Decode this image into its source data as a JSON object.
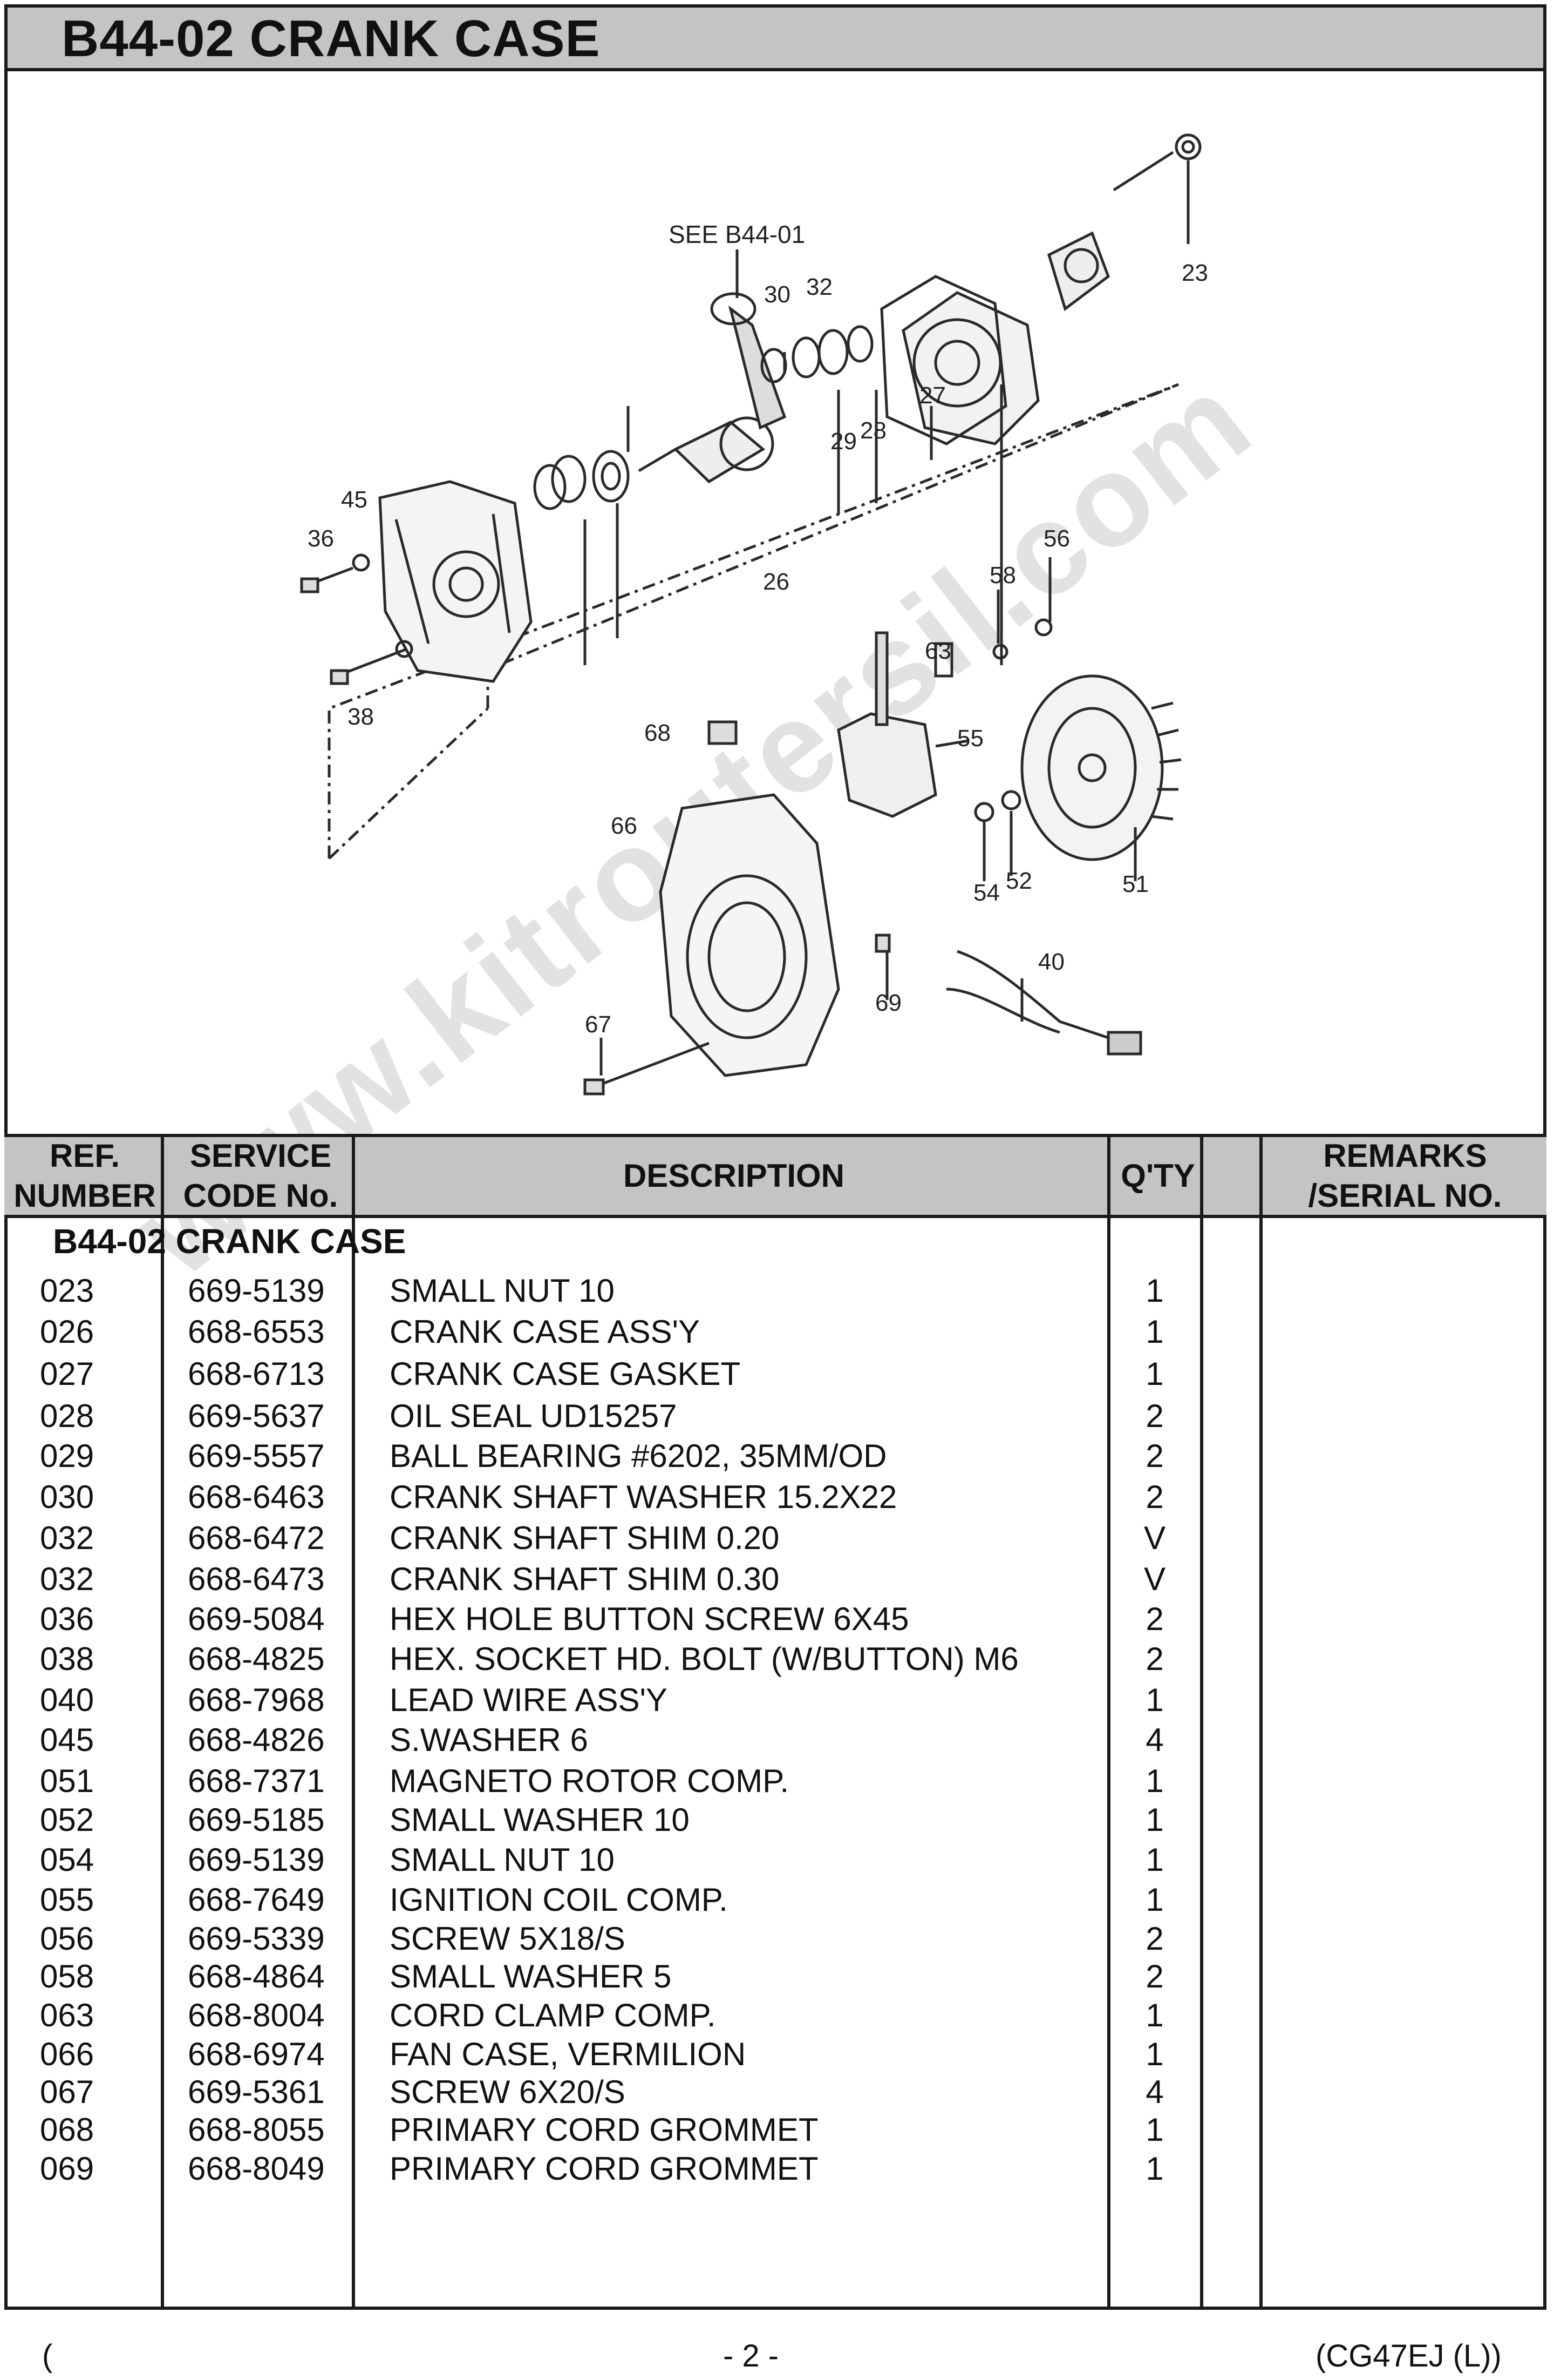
{
  "title": "B44-02 CRANK CASE",
  "diagram": {
    "see_label": "SEE B44-01",
    "callouts": [
      "23",
      "27",
      "26",
      "28",
      "29",
      "30",
      "32",
      "45",
      "36",
      "38",
      "55",
      "56",
      "58",
      "63",
      "66",
      "68",
      "67",
      "69",
      "40",
      "51",
      "52",
      "54"
    ]
  },
  "table": {
    "headers": {
      "ref": [
        "REF.",
        "NUMBER"
      ],
      "code": [
        "SERVICE",
        "CODE No."
      ],
      "desc": "DESCRIPTION",
      "qty": "Q'TY",
      "remarks": [
        "REMARKS",
        "/SERIAL NO."
      ]
    },
    "section": "B44-02 CRANK CASE",
    "rows": [
      {
        "ref": "023",
        "code": "669-5139",
        "desc": "SMALL NUT 10",
        "qty": "1"
      },
      {
        "ref": "026",
        "code": "668-6553",
        "desc": "CRANK CASE ASS'Y",
        "qty": "1"
      },
      {
        "ref": "027",
        "code": "668-6713",
        "desc": "CRANK CASE GASKET",
        "qty": "1"
      },
      {
        "ref": "028",
        "code": "669-5637",
        "desc": "OIL SEAL UD15257",
        "qty": "2"
      },
      {
        "ref": "029",
        "code": "669-5557",
        "desc": "BALL BEARING #6202, 35MM/OD",
        "qty": "2"
      },
      {
        "ref": "030",
        "code": "668-6463",
        "desc": "CRANK SHAFT WASHER 15.2X22",
        "qty": "2"
      },
      {
        "ref": "032",
        "code": "668-6472",
        "desc": "CRANK SHAFT SHIM 0.20",
        "qty": "V"
      },
      {
        "ref": "032",
        "code": "668-6473",
        "desc": "CRANK SHAFT SHIM 0.30",
        "qty": "V"
      },
      {
        "ref": "036",
        "code": "669-5084",
        "desc": "HEX HOLE BUTTON SCREW 6X45",
        "qty": "2"
      },
      {
        "ref": "038",
        "code": "668-4825",
        "desc": "HEX. SOCKET HD. BOLT (W/BUTTON) M6",
        "qty": "2"
      },
      {
        "ref": "040",
        "code": "668-7968",
        "desc": "LEAD WIRE ASS'Y",
        "qty": "1"
      },
      {
        "ref": "045",
        "code": "668-4826",
        "desc": "S.WASHER 6",
        "qty": "4"
      },
      {
        "ref": "051",
        "code": "668-7371",
        "desc": "MAGNETO ROTOR COMP.",
        "qty": "1"
      },
      {
        "ref": "052",
        "code": "669-5185",
        "desc": "SMALL WASHER 10",
        "qty": "1"
      },
      {
        "ref": "054",
        "code": "669-5139",
        "desc": "SMALL NUT 10",
        "qty": "1"
      },
      {
        "ref": "055",
        "code": "668-7649",
        "desc": "IGNITION COIL COMP.",
        "qty": "1"
      },
      {
        "ref": "056",
        "code": "669-5339",
        "desc": "SCREW 5X18/S",
        "qty": "2"
      },
      {
        "ref": "058",
        "code": "668-4864",
        "desc": "SMALL WASHER 5",
        "qty": "2"
      },
      {
        "ref": "063",
        "code": "668-8004",
        "desc": "CORD CLAMP COMP.",
        "qty": "1"
      },
      {
        "ref": "066",
        "code": "668-6974",
        "desc": "FAN CASE, VERMILION",
        "qty": "1"
      },
      {
        "ref": "067",
        "code": "669-5361",
        "desc": "SCREW 6X20/S",
        "qty": "4"
      },
      {
        "ref": "068",
        "code": "668-8055",
        "desc": "PRIMARY CORD GROMMET",
        "qty": "1"
      },
      {
        "ref": "069",
        "code": "668-8049",
        "desc": "PRIMARY CORD GROMMET",
        "qty": "1"
      }
    ]
  },
  "footer": {
    "left": "(",
    "center": "- 2 -",
    "right": "(CG47EJ (L))"
  },
  "watermark": "www.kitroutersil.com",
  "colors": {
    "header_bg": "#c4c4c4",
    "line": "#1a1a1a"
  }
}
